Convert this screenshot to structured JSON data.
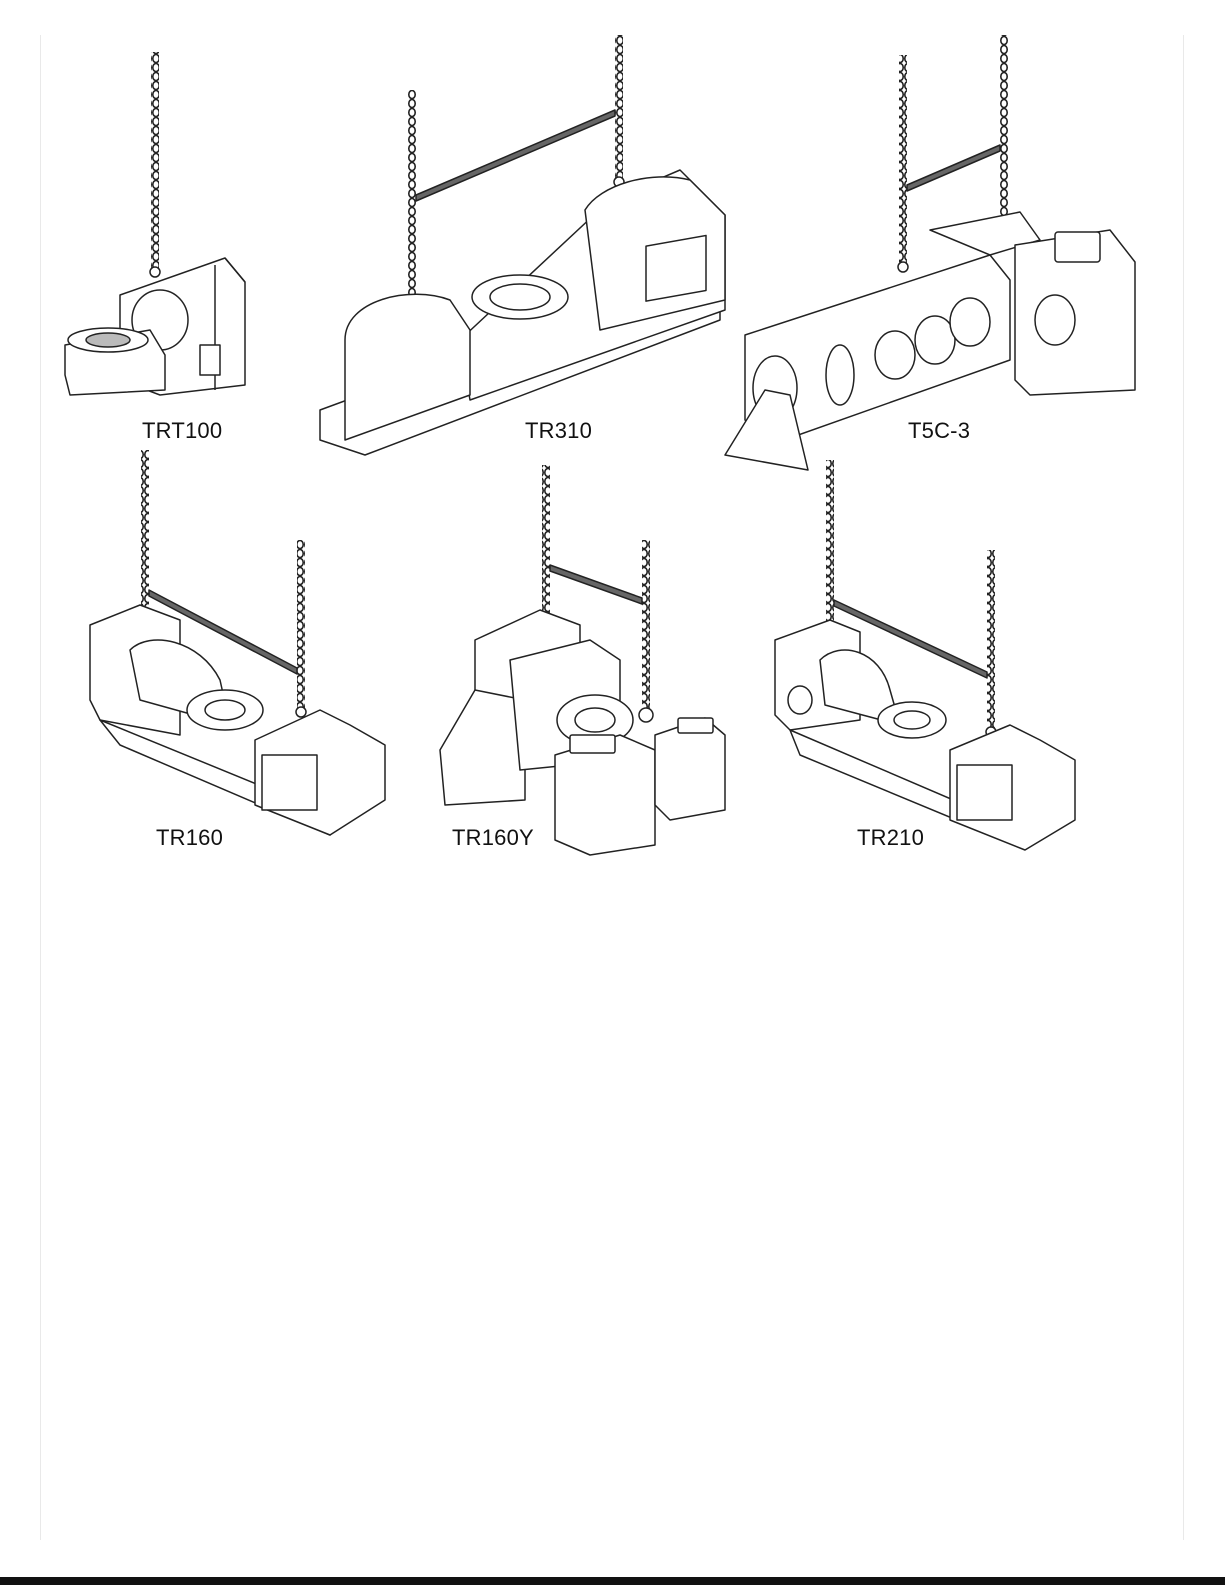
{
  "figures": [
    {
      "label": "TRT100"
    },
    {
      "label": "TR310"
    },
    {
      "label": "T5C-3"
    },
    {
      "label": "TR160"
    },
    {
      "label": "TR160Y"
    },
    {
      "label": "TR210"
    }
  ]
}
